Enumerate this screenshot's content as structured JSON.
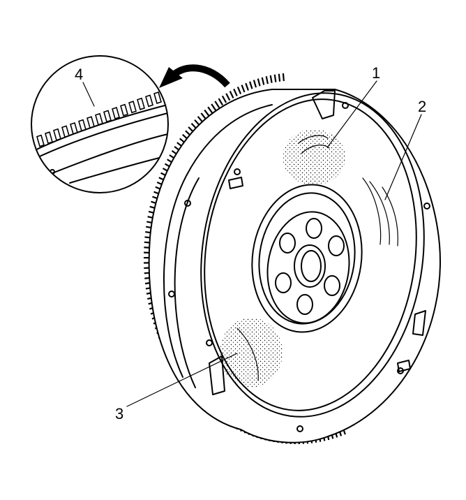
{
  "figure": {
    "callouts": [
      {
        "id": "callout-1",
        "label": "1"
      },
      {
        "id": "callout-2",
        "label": "2"
      },
      {
        "id": "callout-3",
        "label": "3"
      },
      {
        "id": "callout-4",
        "label": "4"
      }
    ]
  }
}
